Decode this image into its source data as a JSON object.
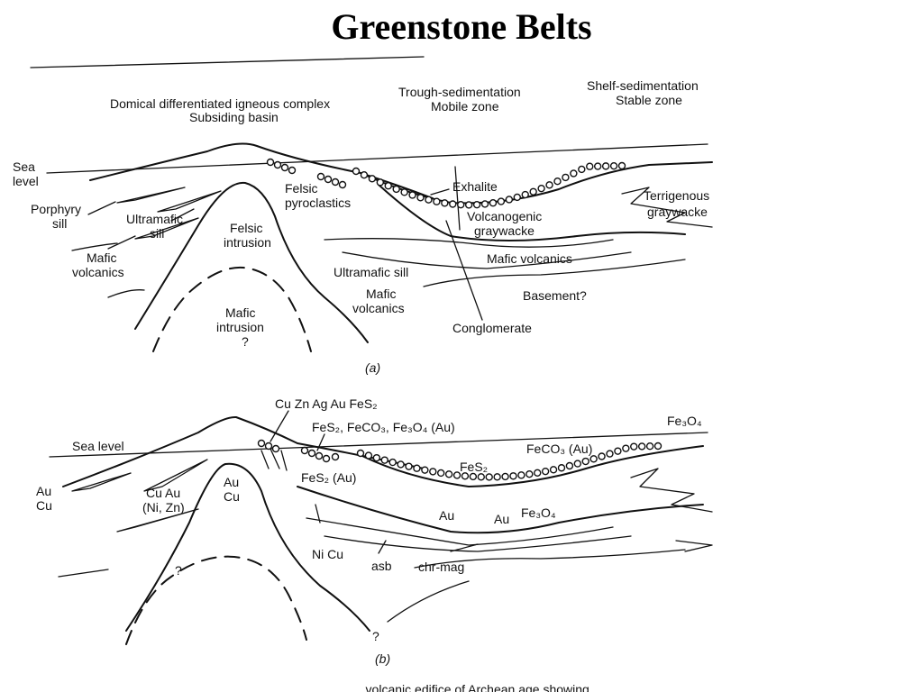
{
  "title": "Greenstone Belts",
  "panel_a": {
    "header_left_1": "Domical differentiated igneous complex",
    "header_left_2": "Subsiding basin",
    "header_mid_1": "Trough-sedimentation",
    "header_mid_2": "Mobile zone",
    "header_right_1": "Shelf-sedimentation",
    "header_right_2": "Stable zone",
    "sea_1": "Sea",
    "sea_2": "level",
    "porphyry_1": "Porphyry",
    "porphyry_2": "sill",
    "ultramafic_sill_1": "Ultramafic",
    "ultramafic_sill_2": "sill",
    "mafic_volc_1": "Mafic",
    "mafic_volc_2": "volcanics",
    "felsic_intr_1": "Felsic",
    "felsic_intr_2": "intrusion",
    "felsic_pyro_1": "Felsic",
    "felsic_pyro_2": "pyroclastics",
    "exhalite": "Exhalite",
    "volcanogenic_1": "Volcanogenic",
    "volcanogenic_2": "graywacke",
    "terrigenous_1": "Terrigenous",
    "terrigenous_2": "graywacke",
    "ultramafic_sill_low": "Ultramafic sill",
    "mafic_volc_right": "Mafic volcanics",
    "mafic_volc_low_1": "Mafic",
    "mafic_volc_low_2": "volcanics",
    "basement": "Basement?",
    "mafic_intr_1": "Mafic",
    "mafic_intr_2": "intrusion",
    "mafic_intr_3": "?",
    "conglomerate": "Conglomerate",
    "caption": "(a)"
  },
  "panel_b": {
    "cu_zn": "Cu Zn Ag Au FeS₂",
    "fes2_feco3": "FeS₂, FeCO₃, Fe₃O₄ (Au)",
    "fe3o4_right": "Fe₃O₄",
    "sea_level": "Sea level",
    "feco3_au": "FeCO₃ (Au)",
    "au_cu_left_1": "Au",
    "au_cu_left_2": "Cu",
    "cu_au_1": "Cu Au",
    "cu_au_2": "(Ni, Zn)",
    "au_cu_center_1": "Au",
    "au_cu_center_2": "Cu",
    "fes2_au": "FeS₂ (Au)",
    "fes2": "FeS₂",
    "au_1": "Au",
    "au_2": "Au",
    "fe3o4_mid": "Fe₃O₄",
    "ni_cu": "Ni Cu",
    "asb": "asb",
    "chr_mag": "chr-mag",
    "q_left": "?",
    "q_bottom": "?",
    "caption": "(b)"
  },
  "footer_fragment": "... volcanic edifice of Archean age showing"
}
